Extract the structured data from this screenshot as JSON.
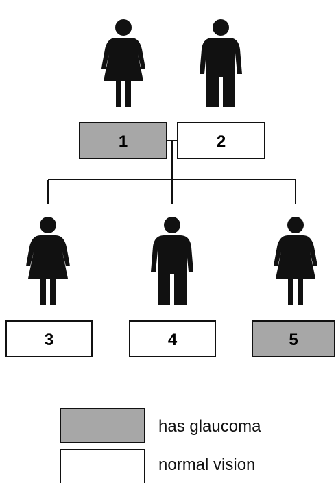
{
  "colors": {
    "affected": "#a7a7a7",
    "normal": "#ffffff",
    "figure": "#111111",
    "line": "#111111"
  },
  "people": [
    {
      "id": "1",
      "sex": "female",
      "icon": "female-figure-icon",
      "status": "affected"
    },
    {
      "id": "2",
      "sex": "male",
      "icon": "male-figure-icon",
      "status": "normal"
    },
    {
      "id": "3",
      "sex": "female",
      "icon": "female-figure-icon",
      "status": "normal"
    },
    {
      "id": "4",
      "sex": "male",
      "icon": "male-figure-icon",
      "status": "normal"
    },
    {
      "id": "5",
      "sex": "female",
      "icon": "female-figure-icon",
      "status": "affected"
    }
  ],
  "legend": [
    {
      "status": "affected",
      "label": "has glaucoma"
    },
    {
      "status": "normal",
      "label": "normal vision"
    }
  ]
}
